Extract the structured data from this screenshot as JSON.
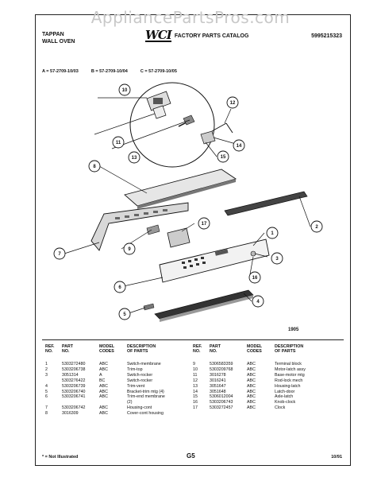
{
  "watermark": "AppliancePartsPros.com",
  "header": {
    "brand": "TAPPAN",
    "product": "WALL OVEN",
    "logo": "WCI",
    "catalog_title": "FACTORY PARTS CATALOG",
    "catalog_number": "5995215323"
  },
  "variants": [
    "A = 57-2709-10/03",
    "B = 57-2709-10/04",
    "C = 57-2709-10/05"
  ],
  "callouts": [
    "1",
    "2",
    "3",
    "4",
    "5",
    "6",
    "7",
    "8",
    "9",
    "10",
    "11",
    "12",
    "13",
    "14",
    "15",
    "16",
    "17"
  ],
  "figure_number": "1905",
  "columns": {
    "ref": [
      "REF.",
      "NO."
    ],
    "part": [
      "PART",
      "NO."
    ],
    "codes": [
      "MODEL",
      "CODES"
    ],
    "desc": [
      "DESCRIPTION",
      "OF PARTS"
    ]
  },
  "parts_left": [
    {
      "ref": "1",
      "part": "5303272480",
      "code": "ABC",
      "desc": "Switch-membrane"
    },
    {
      "ref": "2",
      "part": "5303206738",
      "code": "ABC",
      "desc": "Trim-top"
    },
    {
      "ref": "3",
      "part": "3051314",
      "code": "A",
      "desc": "Switch-rocker"
    },
    {
      "ref": "",
      "part": "5303276422",
      "code": "BC",
      "desc": "Switch-rocker"
    },
    {
      "ref": "4",
      "part": "5303206739",
      "code": "ABC",
      "desc": "Trim-vent"
    },
    {
      "ref": "5",
      "part": "5303206740",
      "code": "ABC",
      "desc": "Bracket-trim mtg (4)"
    },
    {
      "ref": "6",
      "part": "5303206741",
      "code": "ABC",
      "desc": "Trim-end membrane"
    },
    {
      "ref": "",
      "part": "",
      "code": "",
      "desc": "(2)"
    },
    {
      "ref": "7",
      "part": "5303206742",
      "code": "ABC",
      "desc": "Housing-cont"
    },
    {
      "ref": "8",
      "part": "3016309",
      "code": "ABC",
      "desc": "Cover-cont housing"
    }
  ],
  "parts_right": [
    {
      "ref": "9",
      "part": "5306583359",
      "code": "ABC",
      "desc": "Terminal block"
    },
    {
      "ref": "10",
      "part": "5303209768",
      "code": "ABC",
      "desc": "Motor-latch assy"
    },
    {
      "ref": "11",
      "part": "3016278",
      "code": "ABC",
      "desc": "Base-motor mtg"
    },
    {
      "ref": "12",
      "part": "3016241",
      "code": "ABC",
      "desc": "Rod-lock mech"
    },
    {
      "ref": "13",
      "part": "3051647",
      "code": "ABC",
      "desc": "Housing-latch"
    },
    {
      "ref": "14",
      "part": "3051648",
      "code": "ABC",
      "desc": "Latch-door"
    },
    {
      "ref": "15",
      "part": "5306012004",
      "code": "ABC",
      "desc": "Axle-latch"
    },
    {
      "ref": "16",
      "part": "5303206743",
      "code": "ABC",
      "desc": "Knob-clock"
    },
    {
      "ref": "17",
      "part": "5303272457",
      "code": "ABC",
      "desc": "Clock"
    }
  ],
  "footer": {
    "note": "* = Not Illustrated",
    "page": "G5",
    "date": "10/91"
  }
}
